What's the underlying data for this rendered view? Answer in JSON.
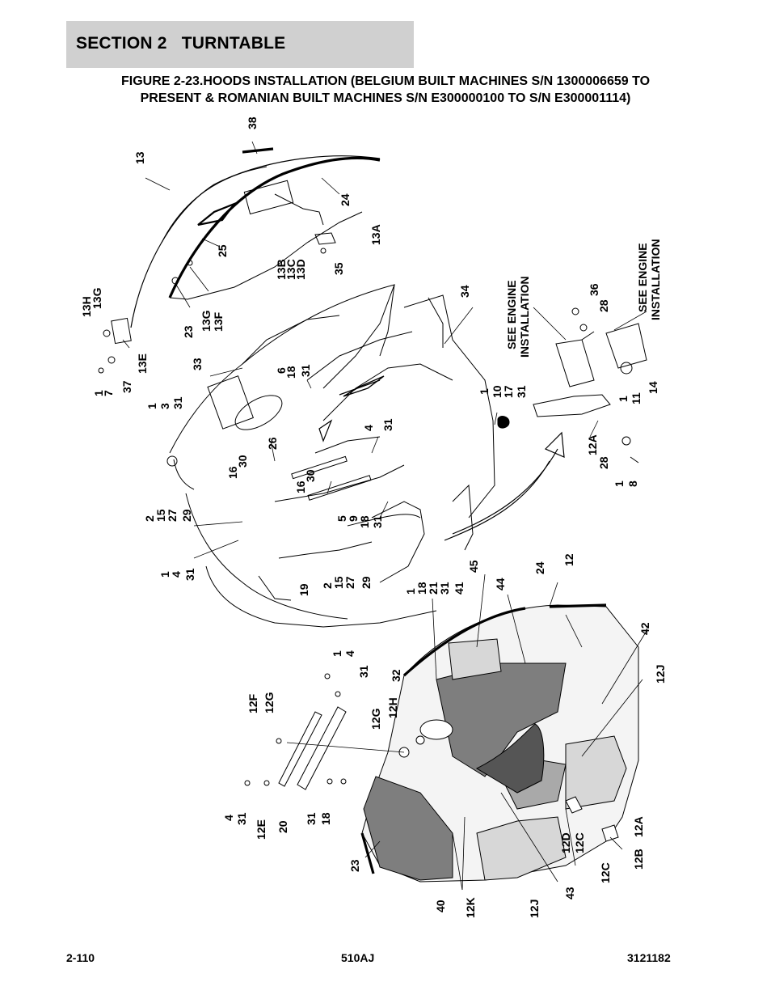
{
  "header": {
    "section": "SECTION 2   TURNTABLE"
  },
  "figure": {
    "title_line1": "FIGURE 2-23.HOODS INSTALLATION (BELGIUM BUILT MACHINES S/N 1300006659 TO",
    "title_line2": "PRESENT & ROMANIAN BUILT MACHINES S/N E300000100 TO S/N E300001114)"
  },
  "callouts": {
    "c38": "38",
    "c13": "13",
    "c24a": "24",
    "c13a": "13A",
    "c25": "25",
    "c13b": "13B",
    "c13c": "13C",
    "c13d": "13D",
    "c35": "35",
    "c13h": "13H",
    "c13g_a": "13G",
    "c23a": "23",
    "c13g_b": "13G",
    "c13f": "13F",
    "c13e": "13E",
    "c1a": "1",
    "c7": "7",
    "c37": "37",
    "c33": "33",
    "c6": "6",
    "c18a": "18",
    "c31a": "31",
    "c34": "34",
    "c1b": "1",
    "c3": "3",
    "c31b": "31",
    "c4a": "4",
    "c31c": "31",
    "c26": "26",
    "c16a": "16",
    "c30a": "30",
    "c16b": "16",
    "c30b": "30",
    "c2a": "2",
    "c15a": "15",
    "c27a": "27",
    "c29a": "29",
    "c5": "5",
    "c9": "9",
    "c18b": "18",
    "c31d": "31",
    "c1c": "1",
    "c4b": "4",
    "c31e": "31",
    "c19": "19",
    "c2b": "2",
    "c15b": "15",
    "c27b": "27",
    "c29b": "29",
    "c1d": "1",
    "c18c": "18",
    "c21": "21",
    "c31f": "31",
    "c41": "41",
    "c45": "45",
    "c44": "44",
    "c24b": "24",
    "c12": "12",
    "c42": "42",
    "c12j_a": "12J",
    "c1e": "1",
    "c10": "10",
    "c17": "17",
    "c31g": "31",
    "see_engine_a_l1": "SEE ENGINE",
    "see_engine_a_l2": "INSTALLATION",
    "see_engine_b_l1": "SEE ENGINE",
    "see_engine_b_l2": "INSTALLATION",
    "c36": "36",
    "c28a": "28",
    "c1f": "1",
    "c11": "11",
    "c14": "14",
    "c12a_a": "12A",
    "c28b": "28",
    "c1g": "1",
    "c8": "8",
    "c1h": "1",
    "c4c": "4",
    "c31h": "31",
    "c32": "32",
    "c12f": "12F",
    "c12g_a": "12G",
    "c12g_b": "12G",
    "c12h": "12H",
    "c4d": "4",
    "c31i": "31",
    "c12e": "12E",
    "c20": "20",
    "c31j": "31",
    "c18d": "18",
    "c23b": "23",
    "c40": "40",
    "c12k": "12K",
    "c12j_b": "12J",
    "c43": "43",
    "c12d": "12D",
    "c12c_a": "12C",
    "c12c_b": "12C",
    "c12b": "12B",
    "c12a_b": "12A"
  },
  "footer": {
    "page": "2-110",
    "model": "510AJ",
    "doc_number": "3121182"
  }
}
